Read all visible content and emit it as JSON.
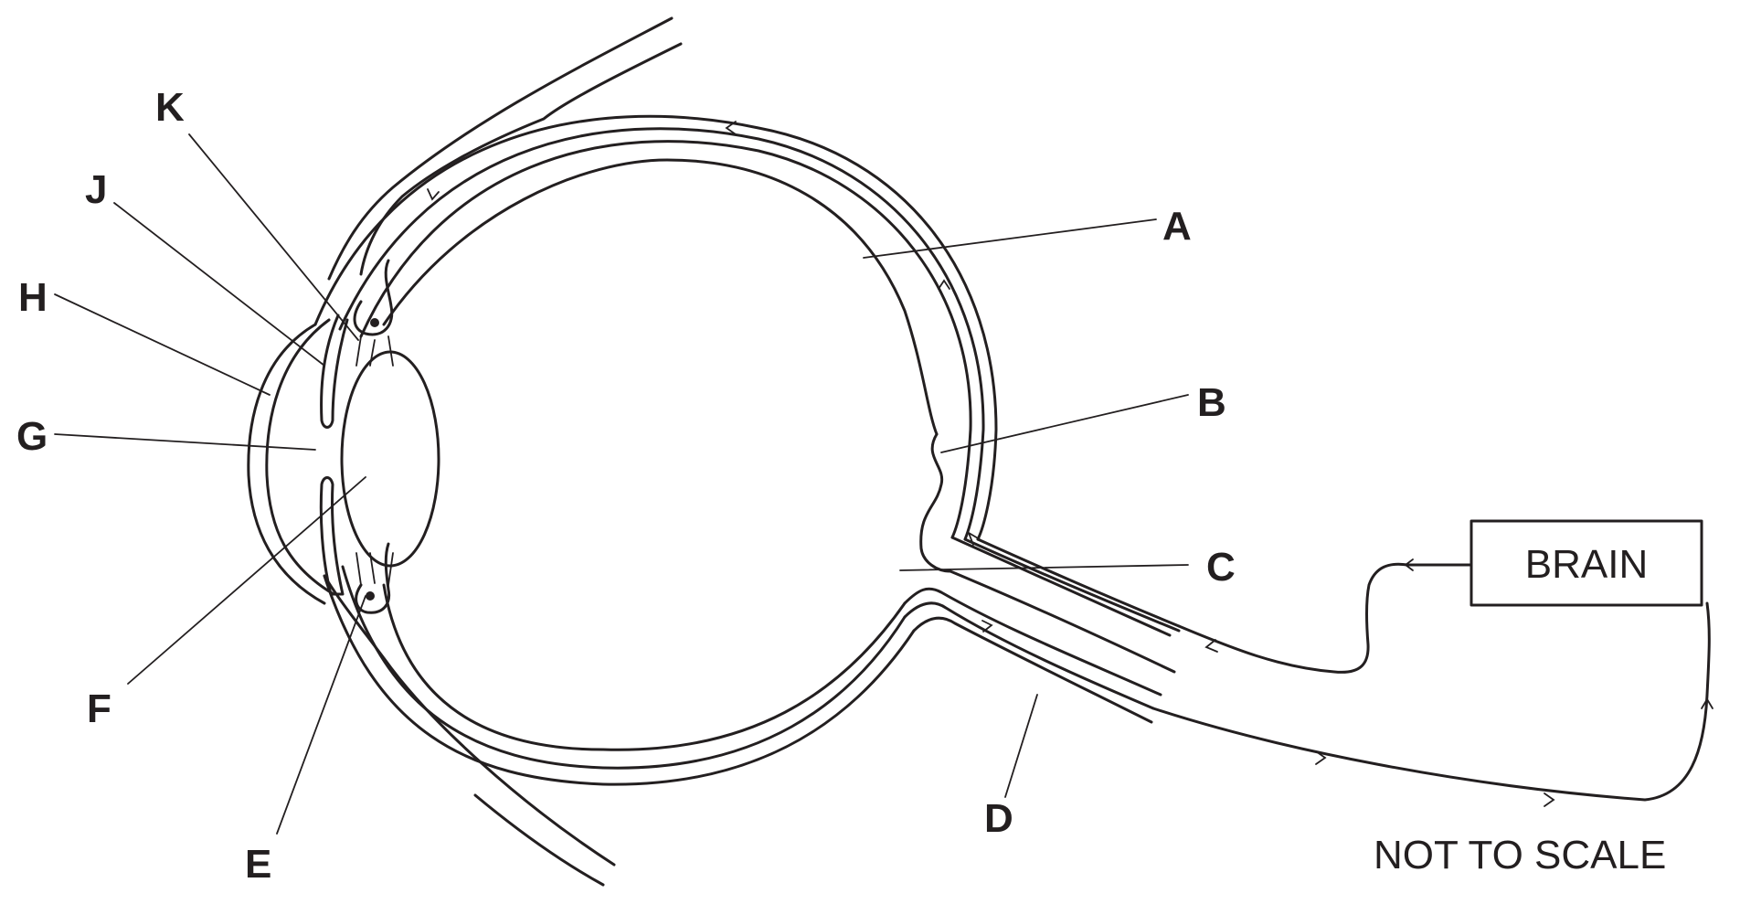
{
  "labels": {
    "A": "A",
    "B": "B",
    "C": "C",
    "D": "D",
    "E": "E",
    "F": "F",
    "G": "G",
    "H": "H",
    "J": "J",
    "K": "K"
  },
  "brain_box": "BRAIN",
  "note": "NOT TO SCALE"
}
